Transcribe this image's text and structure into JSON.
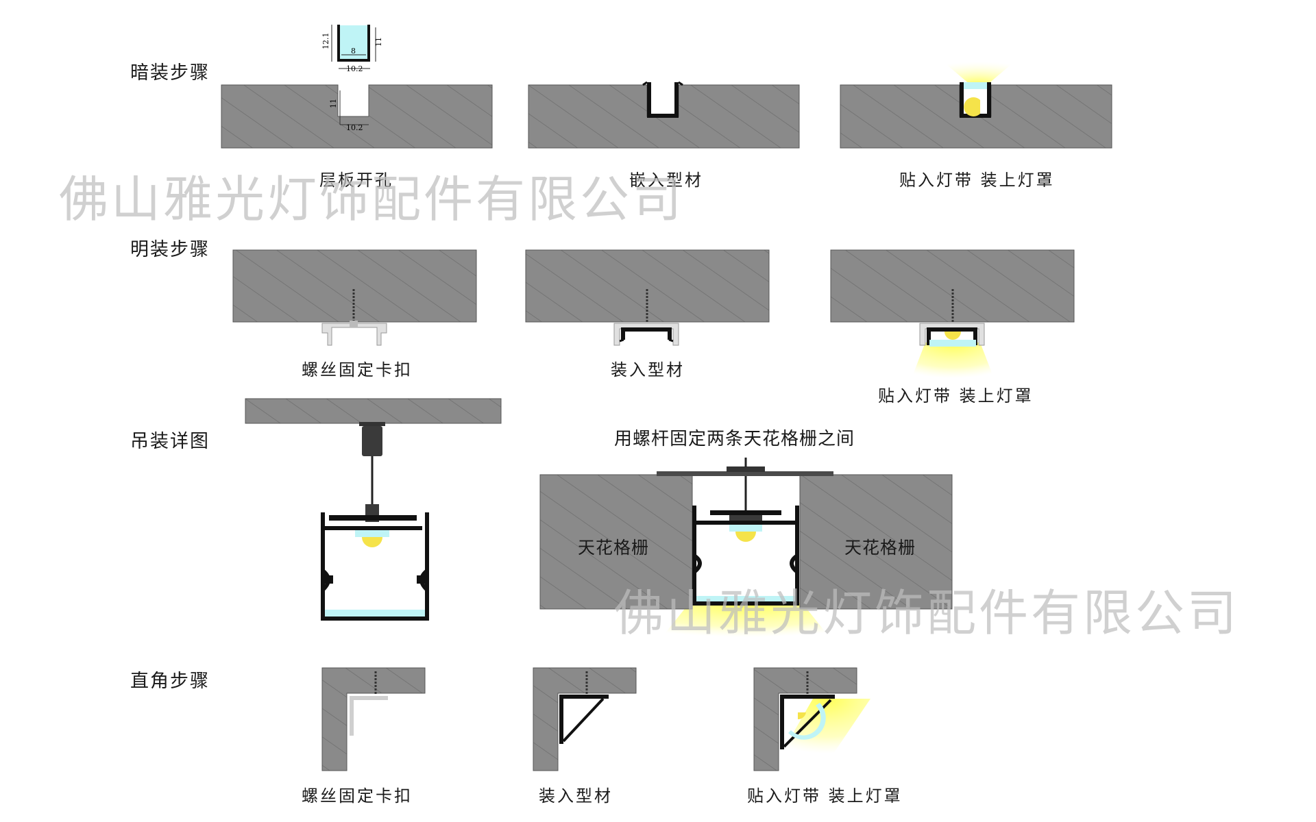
{
  "sections": {
    "concealed": "暗装步骤",
    "surface": "明装步骤",
    "suspended": "吊装详图",
    "corner": "直角步骤"
  },
  "captions": {
    "concealed": [
      "层板开孔",
      "嵌入型材",
      "贴入灯带  装上灯罩"
    ],
    "surface": [
      "螺丝固定卡扣",
      "装入型材",
      "贴入灯带  装上灯罩"
    ],
    "corner": [
      "螺丝固定卡扣",
      "装入型材",
      "贴入灯带  装上灯罩"
    ]
  },
  "suspended_note": "用螺杆固定两条天花格栅之间",
  "grille_label": "天花格栅",
  "dimensions": {
    "width_outer": "10.2",
    "width_inner": "8",
    "height_outer": "12.1",
    "height_inner": "11",
    "hole_depth": "11",
    "hole_width": "10.2"
  },
  "watermark": "佛山雅光灯饰配件有限公司",
  "colors": {
    "board": "#8a8a8a",
    "hatch": "#6e6e6e",
    "profile": "#111111",
    "cover": "#bff4f6",
    "light": "#ffff7a",
    "clip": "#d9d9d9"
  }
}
